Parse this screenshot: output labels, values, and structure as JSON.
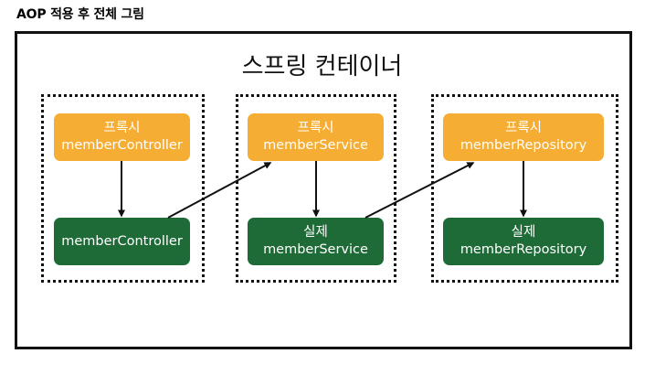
{
  "title": "AOP 적용 후 전체 그림",
  "container": {
    "label": "스프링 컨테이너"
  },
  "groups": [
    {
      "proxy": {
        "line1": "프록시",
        "line2": "memberController"
      },
      "target": {
        "line1": "",
        "line2": "memberController"
      }
    },
    {
      "proxy": {
        "line1": "프록시",
        "line2": "memberService"
      },
      "target": {
        "line1": "실제",
        "line2": "memberService"
      }
    },
    {
      "proxy": {
        "line1": "프록시",
        "line2": "memberRepository"
      },
      "target": {
        "line1": "실제",
        "line2": "memberRepository"
      }
    }
  ],
  "colors": {
    "proxy": "#f5ad33",
    "target": "#1f6b38"
  }
}
